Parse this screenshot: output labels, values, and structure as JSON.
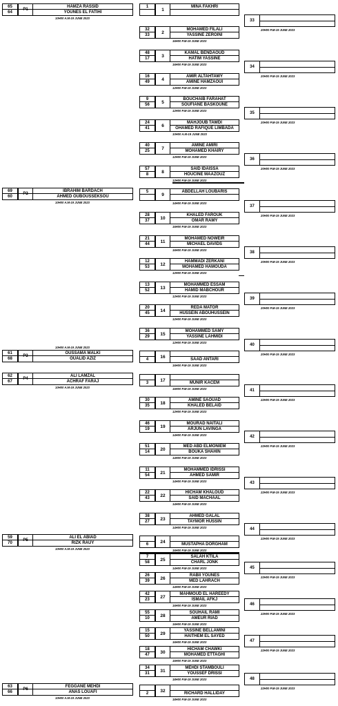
{
  "left_matches": [
    {
      "num": "P1",
      "seeds": [
        "65",
        "64"
      ],
      "names": [
        "HAMZA RASSID",
        "YOUNES EL FATIHI"
      ],
      "time": "10H00 A.M-19 JUNE 2023"
    },
    {
      "num": "P2",
      "seeds": [
        "69",
        "60"
      ],
      "names": [
        "IBRAHIM BARDACH",
        "AHMED OUBOUSSEKSOU"
      ],
      "time": "10H00 A.M-19 JUNE 2023"
    },
    {
      "num": "P3",
      "seeds": [
        "61",
        "68"
      ],
      "names": [
        "OUSSAMA MALKI",
        "OUALID AZIZ"
      ],
      "time": "10H00 A.M-19 JUNE 2023"
    },
    {
      "num": "P4",
      "seeds": [
        "62",
        "67"
      ],
      "names": [
        "ALI LAMZAL",
        "ACHRAF FARAJ"
      ],
      "time": "10H00 A.M-19 JUNE 2023"
    },
    {
      "num": "P5",
      "seeds": [
        "59",
        "70"
      ],
      "names": [
        "ALI EL ABIAD",
        "RIZK RAUY"
      ],
      "time": "10H00 A.M-19 JUNE 2023"
    },
    {
      "num": "P6",
      "seeds": [
        "63",
        "66"
      ],
      "names": [
        "FEGGANE MEHDI",
        "ANAS LOUAFI"
      ],
      "time": "10H00 A.M-19 JUNE 2023"
    }
  ],
  "main_matches": [
    {
      "num": "1",
      "seeds": [
        "1",
        ""
      ],
      "names": [
        "MINA FAKHRI",
        ""
      ],
      "time": ""
    },
    {
      "num": "2",
      "seeds": [
        "32",
        "33"
      ],
      "names": [
        "MOHAMED FILALI",
        "YASSINE ZEROINI"
      ],
      "time": "16H00 P.M-19 JUNE 2023"
    },
    {
      "num": "3",
      "seeds": [
        "48",
        "17"
      ],
      "names": [
        "KAMAL BENDAOUD",
        "HATIM YASSINE"
      ],
      "time": "16H00 P.M-19 JUNE 2023"
    },
    {
      "num": "4",
      "seeds": [
        "16",
        "49"
      ],
      "names": [
        "AMIR ALTAHTAWY",
        "AMINE HAMZAOUI"
      ],
      "time": "12H00 P.M-19 JUNE 2023"
    },
    {
      "num": "5",
      "seeds": [
        "9",
        "56"
      ],
      "names": [
        "BOUCHAIB FARAHAT",
        "SOUFIANE BASKOUNE"
      ],
      "time": "12H00 P.M-19 JUNE 2023"
    },
    {
      "num": "6",
      "seeds": [
        "24",
        "41"
      ],
      "names": [
        "MAHJOUB TAWDI",
        "OHAMED RAFIQUE LIMBADA"
      ],
      "time": "10H00 A.M-19 JUNE 2023"
    },
    {
      "num": "7",
      "seeds": [
        "40",
        "25"
      ],
      "names": [
        "AMINE AMIRI",
        "MOHAMED KHAIRY"
      ],
      "time": "12H00 P.M-19 JUNE 2023"
    },
    {
      "num": "8",
      "seeds": [
        "57",
        "8"
      ],
      "names": [
        "SAID IDAISSA",
        "HOUCINE MAAZOUZ"
      ],
      "time": "12H00 P.M-19 JUNE 2023"
    },
    {
      "num": "9",
      "seeds": [
        "5",
        ""
      ],
      "names": [
        "ABDELLAH LOUBARIS",
        ""
      ],
      "time": "14H00 P.M-19 JUNE 2023"
    },
    {
      "num": "10",
      "seeds": [
        "28",
        "37"
      ],
      "names": [
        "KHALED FAROUK",
        "OMAR RAMY"
      ],
      "time": "16H00 P.M-19 JUNE 2023"
    },
    {
      "num": "11",
      "seeds": [
        "21",
        "44"
      ],
      "names": [
        "MOHAMED NOWEIR",
        "MICHAEL DAVIDS"
      ],
      "time": "16H00 P.M-19 JUNE 2023"
    },
    {
      "num": "12",
      "seeds": [
        "12",
        "53"
      ],
      "names": [
        "HAMMADI ZERKANI",
        "MOHAMED HAMOUDA"
      ],
      "time": "12H00 P.M-19 JUNE 2023"
    },
    {
      "num": "13",
      "seeds": [
        "13",
        "52"
      ],
      "names": [
        "MOHAMMED ESSAM",
        "HAMID MABCHOUR"
      ],
      "time": "12H00 P.M-19 JUNE 2023"
    },
    {
      "num": "14",
      "seeds": [
        "20",
        "45"
      ],
      "names": [
        "REDA MATOR",
        "HUSSEIN ABOUHUSSEIN"
      ],
      "time": "12H00 P.M-19 JUNE 2023"
    },
    {
      "num": "15",
      "seeds": [
        "36",
        "29"
      ],
      "names": [
        "MOHAMMED SAMY",
        "YASSINE LAHMIDI"
      ],
      "time": "12H00 P.M-19 JUNE 2023"
    },
    {
      "num": "16",
      "seeds": [
        "",
        "4"
      ],
      "names": [
        "",
        "SAAD ANTARI"
      ],
      "time": "16H00 P.M-19 JUNE 2023"
    },
    {
      "num": "17",
      "seeds": [
        "",
        "3"
      ],
      "names": [
        "",
        "MUNIR KACEM"
      ],
      "time": "16H00 P.M-19 JUNE 2023"
    },
    {
      "num": "18",
      "seeds": [
        "30",
        "35"
      ],
      "names": [
        "AMINE SAOUAD",
        "KHALED BELAID"
      ],
      "time": "12H00 P.M-19 JUNE 2023"
    },
    {
      "num": "19",
      "seeds": [
        "46",
        "19"
      ],
      "names": [
        "MOURAD NAITALI",
        "ARJUN LAVINGA"
      ],
      "time": "14H00 P.M-19 JUNE 2023"
    },
    {
      "num": "20",
      "seeds": [
        "51",
        "14"
      ],
      "names": [
        "MED ABD ELMONIEM",
        "BOUKA SHAHIN"
      ],
      "time": "14H00 P.M-19 JUNE 2023"
    },
    {
      "num": "21",
      "seeds": [
        "11",
        "54"
      ],
      "names": [
        "MOHAMMED IDRISSI",
        "AHMED SAMIR"
      ],
      "time": "14H00 P.M-19 JUNE 2023"
    },
    {
      "num": "22",
      "seeds": [
        "22",
        "43"
      ],
      "names": [
        "HICHAM KHALOUD",
        "SAID MACHAAL"
      ],
      "time": "14H00 P.M-19 JUNE 2023"
    },
    {
      "num": "23",
      "seeds": [
        "38",
        "27"
      ],
      "names": [
        "AHMED GALAL",
        "TAYMOR HUSSIN"
      ],
      "time": "14H00 P.M-19 JUNE 2023"
    },
    {
      "num": "24",
      "seeds": [
        "",
        "6"
      ],
      "names": [
        "",
        "MUSTAPHA DORGHAM"
      ],
      "time": "16H00 P.M-19 JUNE 2023"
    },
    {
      "num": "25",
      "seeds": [
        "7",
        "58"
      ],
      "names": [
        "SALAH KTILA",
        "CHARL JONK"
      ],
      "time": "14H00 P.M-19 JUNE 2023"
    },
    {
      "num": "26",
      "seeds": [
        "26",
        "39"
      ],
      "names": [
        "RABII YOUNES",
        "MED LAHRACH"
      ],
      "time": "14H00 P.M-19 JUNE 2023"
    },
    {
      "num": "27",
      "seeds": [
        "42",
        "23"
      ],
      "names": [
        "MAHMOUD EL HAREEDY",
        "ISMAIL AFKJ"
      ],
      "time": "16H00 P.M-19 JUNE 2023"
    },
    {
      "num": "28",
      "seeds": [
        "55",
        "10"
      ],
      "names": [
        "SOUHAIL RAMI",
        "AMEUR RIAD"
      ],
      "time": "16H00 P.M-19 JUNE 2023"
    },
    {
      "num": "29",
      "seeds": [
        "15",
        "50"
      ],
      "names": [
        "YASSINE BELLAMINI",
        "HAITHEM EL SAYED"
      ],
      "time": "16H00 P.M-19 JUNE 2023"
    },
    {
      "num": "30",
      "seeds": [
        "18",
        "47"
      ],
      "names": [
        "HICHAM CHAWKI",
        "MOHAMED ETTAGHI"
      ],
      "time": "16H00 P.M-19 JUNE 2023"
    },
    {
      "num": "31",
      "seeds": [
        "34",
        "31"
      ],
      "names": [
        "MEHDI STAMBOULI",
        "YOUSSEF DRISSI"
      ],
      "time": "18H00 P.M-19 JUNE 2023"
    },
    {
      "num": "32",
      "seeds": [
        "",
        "2"
      ],
      "names": [
        "",
        "RICHARD HALLIDAY"
      ],
      "time": "18H00 P.M-19 JUNE 2023"
    }
  ],
  "round2": [
    {
      "num": "33",
      "time": "20H00 P.M-19 JUNE 2023"
    },
    {
      "num": "34",
      "time": "20H00 P.M-19 JUNE 2023"
    },
    {
      "num": "35",
      "time": "20H00 P.M-19 JUNE 2023"
    },
    {
      "num": "36",
      "time": "20H00 P.M-19 JUNE 2023"
    },
    {
      "num": "37",
      "time": "20H00 P.M-19 JUNE 2023"
    },
    {
      "num": "38",
      "time": "20H00 P.M-19 JUNE 2023"
    },
    {
      "num": "39",
      "time": "20H00 P.M-19 JUNE 2023"
    },
    {
      "num": "40",
      "time": "20H00 P.M-19 JUNE 2023"
    },
    {
      "num": "41",
      "time": "22H00 P.M-19 JUNE 2023"
    },
    {
      "num": "42",
      "time": "22H00 P.M-19 JUNE 2023"
    },
    {
      "num": "43",
      "time": "22H00 P.M-19 JUNE 2023"
    },
    {
      "num": "44",
      "time": "22H00 P.M-19 JUNE 2023"
    },
    {
      "num": "45",
      "time": "22H00 P.M-19 JUNE 2023"
    },
    {
      "num": "46",
      "time": "22H00 P.M-19 JUNE 2023"
    },
    {
      "num": "47",
      "time": "22H00 P.M-19 JUNE 2023"
    },
    {
      "num": "48",
      "time": "22H00 P.M-19 JUNE 2023"
    }
  ]
}
